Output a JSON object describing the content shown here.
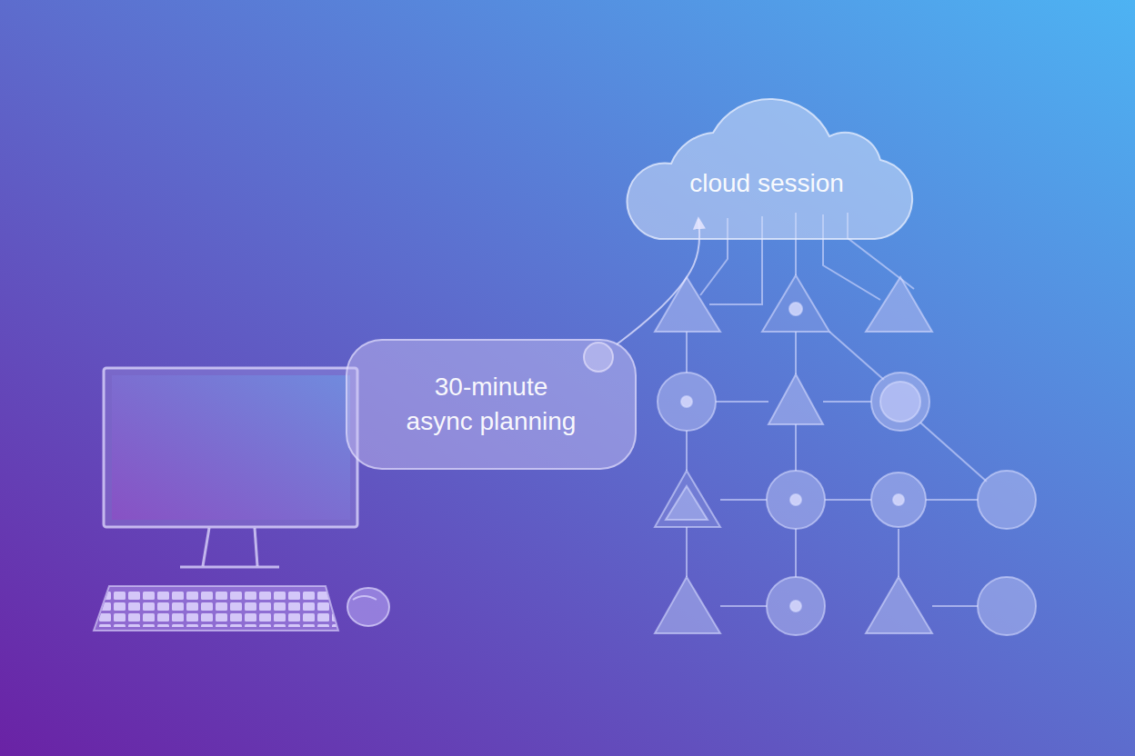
{
  "diagram": {
    "nodes": [
      {
        "text": [
          "cloud session"
        ]
      },
      {
        "text": [
          "30-minute async planning"
        ]
      }
    ],
    "edges": [
      {
        "from": 1,
        "to": 0,
        "arrow": "to"
      }
    ]
  }
}
